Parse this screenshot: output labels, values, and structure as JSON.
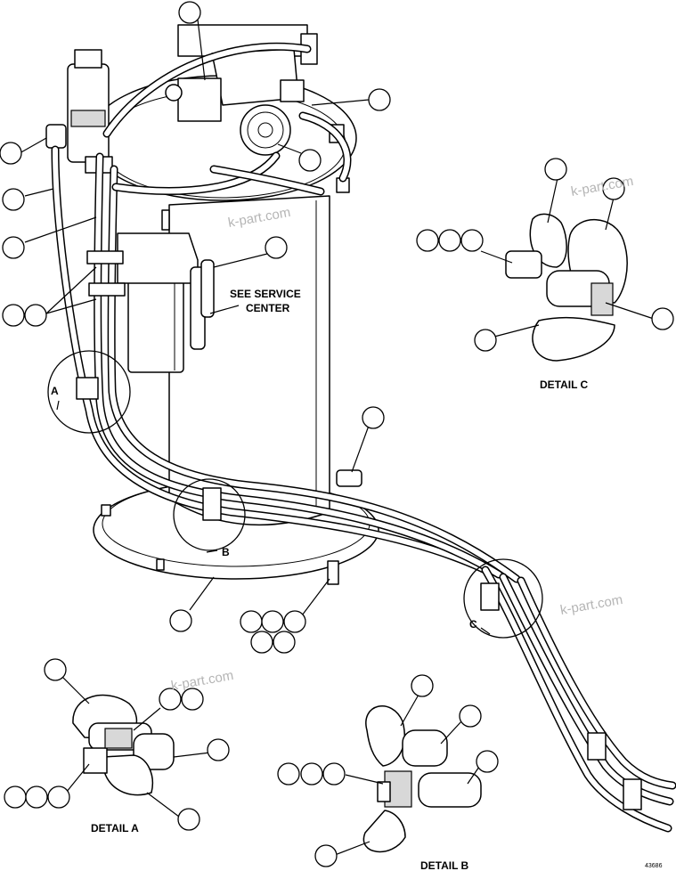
{
  "labels": {
    "see_service_center": [
      "SEE SERVICE",
      "CENTER"
    ],
    "detail_a": "DETAIL A",
    "detail_b": "DETAIL B",
    "detail_c": "DETAIL C",
    "marker_a": "A",
    "marker_b": "B",
    "marker_c": "C",
    "drawing_number": "43686"
  },
  "watermarks": [
    "k-part.com",
    "k-part.com",
    "k-part.com",
    "k-part.com"
  ]
}
